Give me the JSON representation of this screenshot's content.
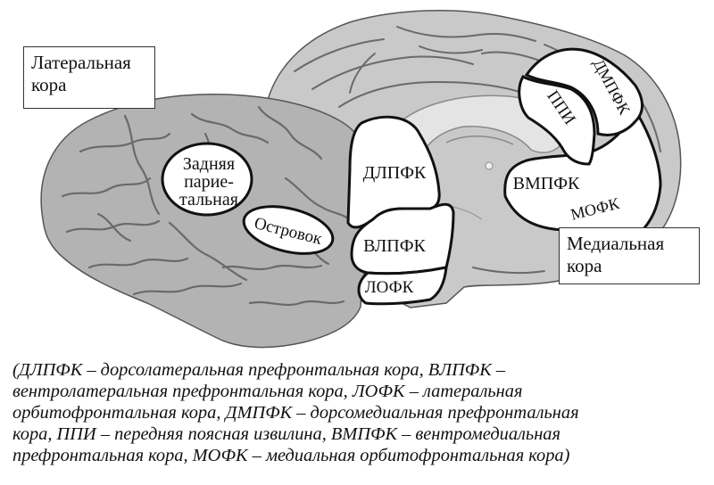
{
  "labels": {
    "lateral_cortex": [
      "Латеральная",
      "кора"
    ],
    "medial_cortex": [
      "Медиальная",
      "кора"
    ],
    "posterior_parietal": [
      "Задняя",
      "парие-",
      "тальная"
    ],
    "insula": "Островок",
    "dlpfc": "ДЛПФК",
    "vlpfc": "ВЛПФК",
    "lofc": "ЛОФК",
    "dmpfc": "ДМПФК",
    "acc": "ППИ",
    "vmpfc": "ВМПФК",
    "mofc": "МОФК"
  },
  "caption": [
    "(ДЛПФК – дорсолатеральная префронтальная кора, ВЛПФК –",
    "вентролатеральная префронтальная кора, ЛОФК – латеральная",
    "орбитофронтальная кора, ДМПФК – дорсомедиальная префронтальная",
    "кора, ППИ – передняя поясная извилина, ВМПФК – вентромедиальная",
    "префронтальная кора, МОФК – медиальная орбитофронтальная кора)"
  ],
  "colors": {
    "medial_brain": "#c9c9c9",
    "lateral_brain": "#b3b3b3",
    "sulcus": "#6a6a6a",
    "region_fill": "#ffffff",
    "region_stroke": "#111111",
    "corpus_callosum": "#e4e4e4"
  }
}
